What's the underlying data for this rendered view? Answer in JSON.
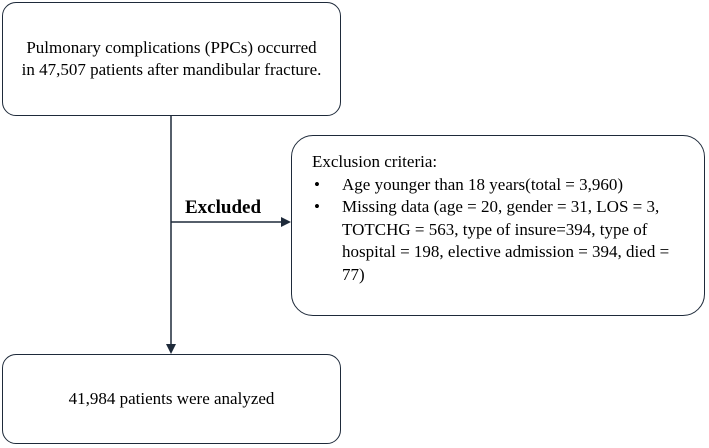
{
  "top_box": {
    "text": "Pulmonary complications (PPCs) occurred in 47,507 patients after mandibular fracture."
  },
  "exclusion_box": {
    "title": "Exclusion criteria:",
    "items": [
      "Age younger than 18 years(total = 3,960)",
      "Missing data (age = 20, gender = 31, LOS = 3, TOTCHG = 563, type of insure=394, type of hospital = 198, elective admission = 394, died = 77)"
    ]
  },
  "excluded_label": "Excluded",
  "bottom_box": {
    "text": "41,984 patients were analyzed"
  }
}
